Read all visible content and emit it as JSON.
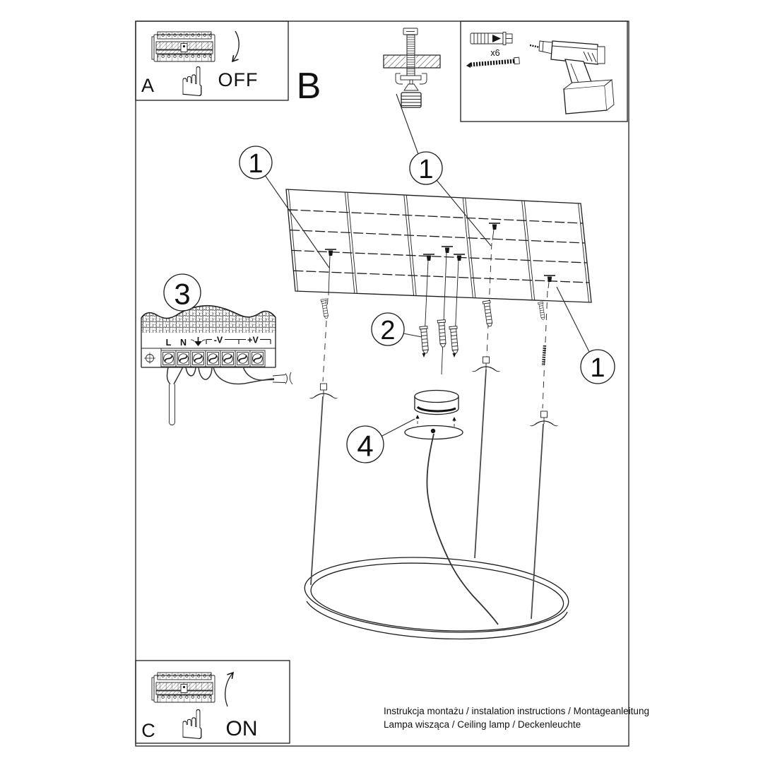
{
  "page": {
    "background": "#ffffff",
    "line_color": "#1c1c1c"
  },
  "steps": {
    "a": {
      "label": "A",
      "action": "OFF"
    },
    "b": {
      "label": "B"
    },
    "c": {
      "label": "C",
      "action": "ON"
    },
    "callout_1": "1",
    "callout_2": "2",
    "callout_3": "3",
    "callout_4": "4"
  },
  "parts": {
    "anchor_count": "x6"
  },
  "wiring": {
    "l": "L",
    "n": "N",
    "minus_v": "-V",
    "plus_v": "+V"
  },
  "icons": {
    "hand_up": "☝"
  },
  "footer": {
    "line1": "Instrukcja montażu / instalation instructions / Montageanleitung",
    "line2": "Lampa wisząca / Ceiling lamp / Deckenleuchte"
  }
}
